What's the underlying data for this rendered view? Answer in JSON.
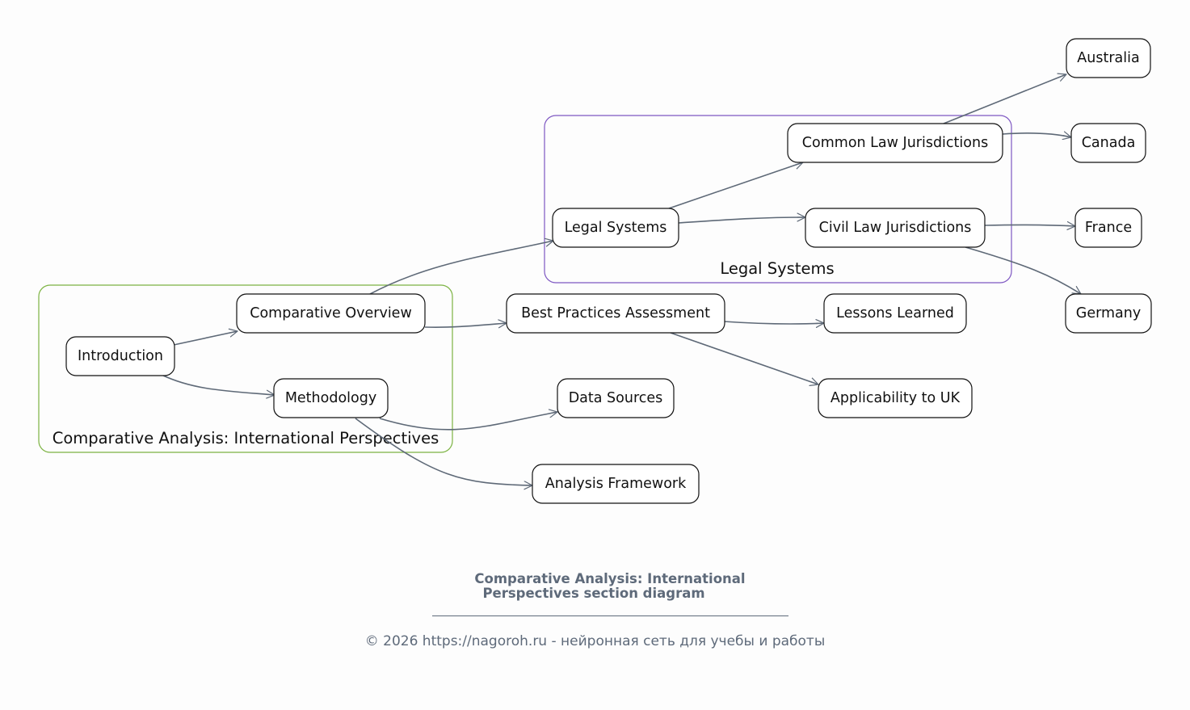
{
  "clusters": {
    "comparative": "Comparative Analysis: International Perspectives",
    "legal": "Legal Systems"
  },
  "cluster_colors": {
    "comparative": "#7cb342",
    "legal": "#7e57c2"
  },
  "nodes": {
    "introduction": "Introduction",
    "comparative_overview": "Comparative Overview",
    "methodology": "Methodology",
    "legal_systems": "Legal Systems",
    "common_law": "Common Law Jurisdictions",
    "civil_law": "Civil Law Jurisdictions",
    "best_practices": "Best Practices Assessment",
    "data_sources": "Data Sources",
    "analysis_framework": "Analysis Framework",
    "lessons_learned": "Lessons Learned",
    "applicability_uk": "Applicability to UK",
    "australia": "Australia",
    "canada": "Canada",
    "france": "France",
    "germany": "Germany"
  },
  "caption": {
    "title_line1": "Comparative Analysis: International",
    "title_line2": "Perspectives section diagram",
    "footer": "© 2026 https://nagoroh.ru - нейронная сеть для учебы и работы"
  }
}
